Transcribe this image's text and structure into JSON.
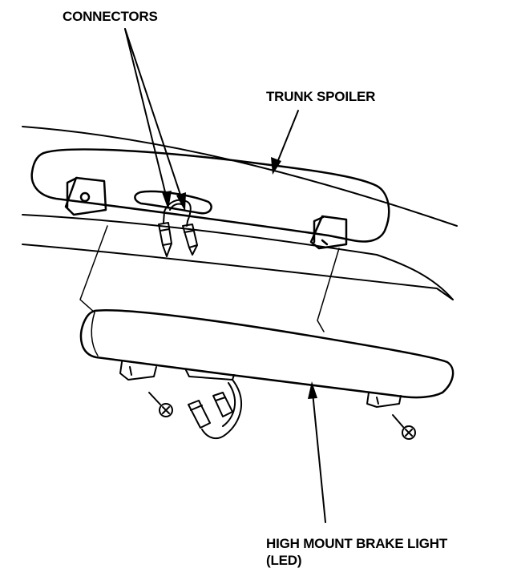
{
  "labels": {
    "connectors": "CONNECTORS",
    "trunk_spoiler": "TRUNK SPOILER",
    "brake_light_line1": "HIGH MOUNT BRAKE LIGHT",
    "brake_light_line2": "(LED)"
  },
  "colors": {
    "ink": "#000000",
    "paper": "#ffffff"
  }
}
